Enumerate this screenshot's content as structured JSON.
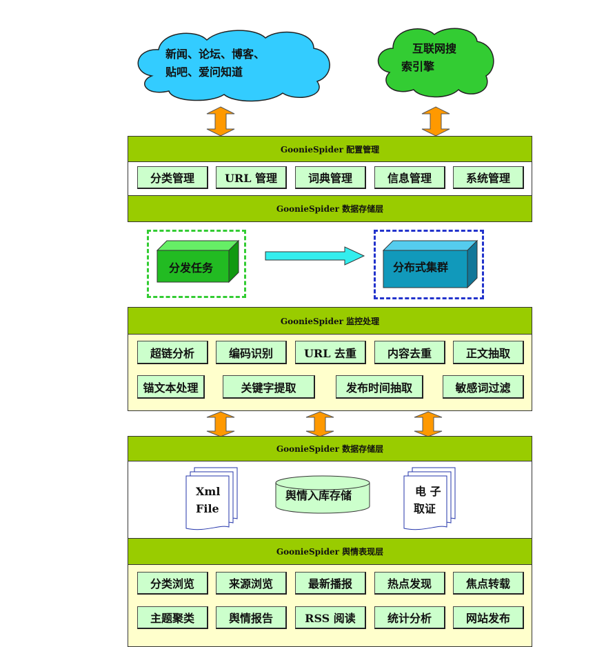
{
  "clouds": {
    "sources": [
      "新闻、论坛、博客、",
      "贴吧、爱问知道"
    ],
    "search": [
      "互联网搜",
      "索引擎"
    ]
  },
  "config": {
    "title": "GoonieSpider 配置管理",
    "items": [
      "分类管理",
      "URL 管理",
      "词典管理",
      "信息管理",
      "系统管理"
    ]
  },
  "storage1": {
    "title": "GoonieSpider 数据存储层"
  },
  "distribution": {
    "task": "分发任务",
    "cluster": "分布式集群"
  },
  "monitor": {
    "title": "GoonieSpider 监控处理",
    "row1": [
      "超链分析",
      "编码识别",
      "URL 去重",
      "内容去重",
      "正文抽取"
    ],
    "row2": [
      "锚文本处理",
      "关键字提取",
      "发布时间抽取",
      "敏感词过滤"
    ]
  },
  "storage2": {
    "title": "GoonieSpider 数据存储层",
    "xml": [
      "Xml",
      "File"
    ],
    "db": "舆情入库存储",
    "evidence": [
      "电 子",
      "取证"
    ]
  },
  "presentation": {
    "title": "GoonieSpider 舆情表现层",
    "row1": [
      "分类浏览",
      "来源浏览",
      "最新播报",
      "热点发现",
      "焦点转载"
    ],
    "row2": [
      "主题聚类",
      "舆情报告",
      "RSS 阅读",
      "统计分析",
      "网站发布"
    ]
  },
  "colors": {
    "header": "#99cc00",
    "box": "#ccffcc",
    "panel_yellow": "#ffffcc",
    "arrow": "#ff9900",
    "cloud_blue": "#33ccff",
    "cloud_green": "#33cc33"
  }
}
